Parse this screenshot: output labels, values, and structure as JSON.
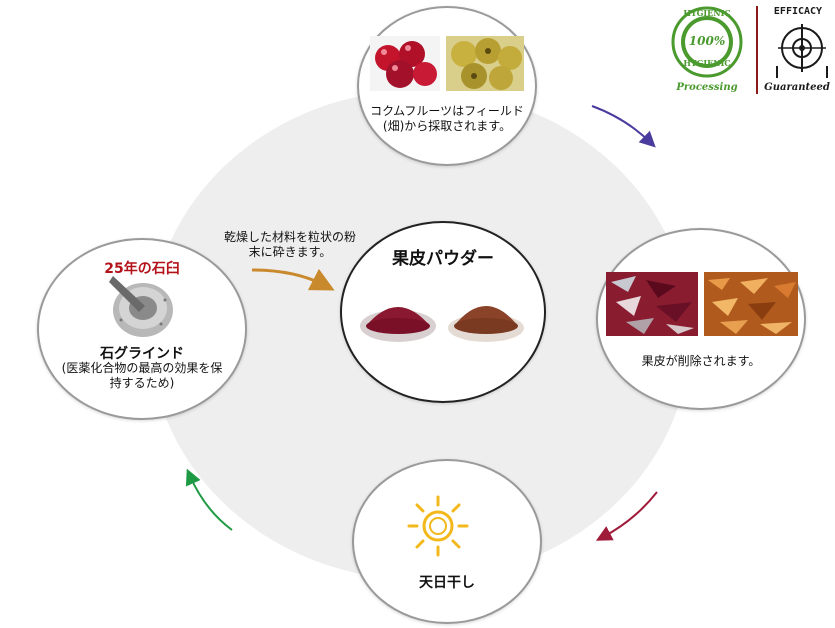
{
  "badges": {
    "hygienic_top": "HYGIENIC",
    "hygienic_percent": "100%",
    "hygienic_bottom": "HYGIENIC",
    "processing": "Processing",
    "efficacy": "EFFICACY",
    "guaranteed": "Guaranteed",
    "colors": {
      "hygienic_green": "#4a9a2e",
      "divider": "#8b1a1a",
      "efficacy_dark": "#1a1a1a"
    }
  },
  "steps": {
    "harvest": {
      "caption": "コクムフルーツはフィールド(畑)から採取されます。"
    },
    "peel": {
      "caption": "果皮が削除されます。"
    },
    "sun_dry": {
      "label": "天日干し"
    },
    "stone_grind": {
      "title": "25年の石臼",
      "label": "石グラインド",
      "note": "(医薬化合物の最高の効果を保持するため)"
    },
    "powder": {
      "label": "果皮パウダー"
    }
  },
  "grind_note": "乾燥した材料を粒状の粉末に砕きます。",
  "arrow_colors": {
    "top_right": "#4a3c9e",
    "bottom_right": "#a01a3a",
    "bottom_left": "#1f9a44",
    "center": "#c98a2e"
  }
}
